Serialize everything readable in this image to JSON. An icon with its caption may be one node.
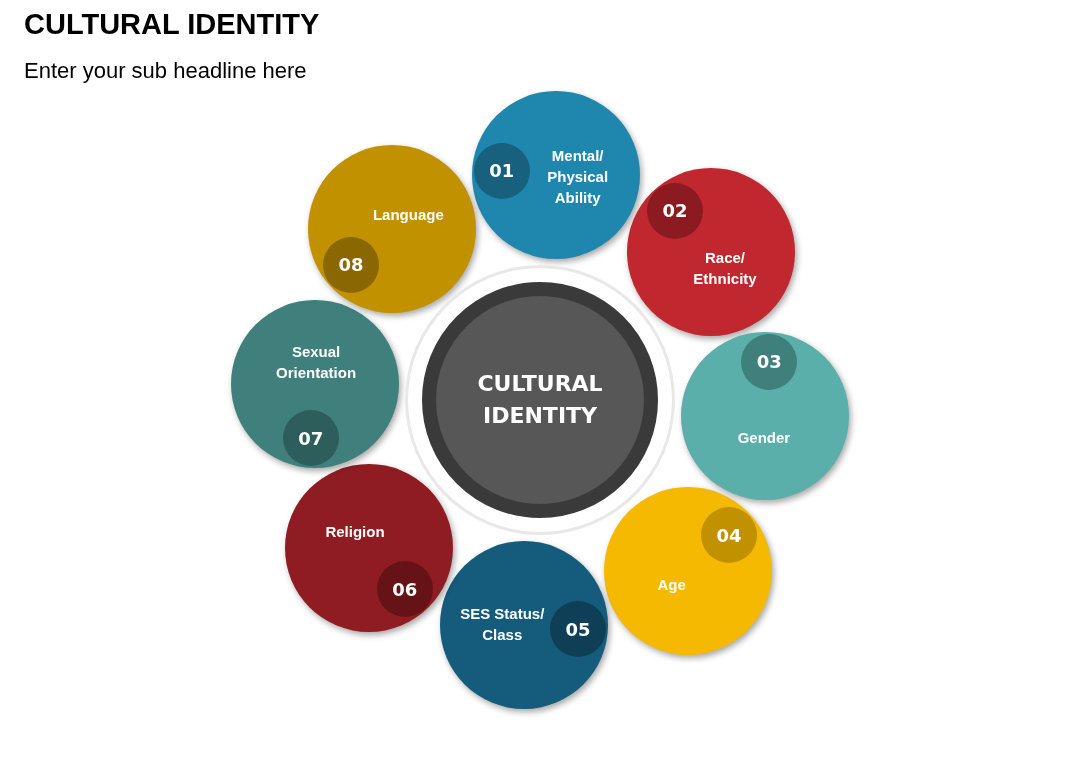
{
  "diagram": {
    "title": "CULTURAL IDENTITY",
    "nodes": [
      {
        "text": [
          "CULTURAL IDENTITY"
        ]
      },
      {
        "text": [
          "Mental/ Physical Ability"
        ]
      },
      {
        "text": [
          "01"
        ],
        "in": 1
      },
      {
        "text": [
          "Race/ Ethnicity"
        ]
      },
      {
        "text": [
          "02"
        ],
        "in": 3
      },
      {
        "text": [
          "Gender"
        ]
      },
      {
        "text": [
          "03"
        ],
        "in": 5
      },
      {
        "text": [
          "Age"
        ]
      },
      {
        "text": [
          "04"
        ],
        "in": 7
      },
      {
        "text": [
          "SES Status/ Class"
        ]
      },
      {
        "text": [
          "05"
        ],
        "in": 9
      },
      {
        "text": [
          "Religion"
        ]
      },
      {
        "text": [
          "06"
        ],
        "in": 11
      },
      {
        "text": [
          "Sexual Orientation"
        ]
      },
      {
        "text": [
          "07"
        ],
        "in": 13
      },
      {
        "text": [
          "Language"
        ]
      },
      {
        "text": [
          "08"
        ],
        "in": 15
      }
    ],
    "labels": [
      "Enter your sub headline here"
    ]
  }
}
